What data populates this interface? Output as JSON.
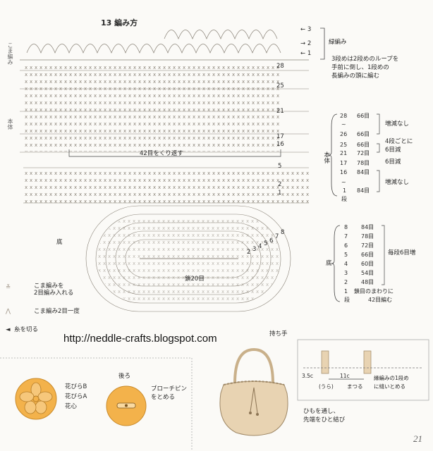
{
  "title": "13 編み方",
  "rounds_legend": {
    "items": [
      {
        "num": "3",
        "arrow": "←"
      },
      {
        "num": "2",
        "arrow": "→"
      },
      {
        "num": "1",
        "arrow": "←"
      }
    ],
    "label": "緑編み"
  },
  "note_top": [
    "3段めは2段めのループを",
    "手前に倒し、1段めの",
    "長編みの頭に編む"
  ],
  "left_vertical_labels": [
    "こま編み",
    "本体"
  ],
  "body_round_labels": [
    "28",
    "25",
    "21",
    "17",
    "16"
  ],
  "repeat_label": "42目をくり返す",
  "lower_round_labels": [
    "5",
    "2",
    "1"
  ],
  "base_round_labels": [
    "8",
    "7",
    "6",
    "5",
    "4",
    "3",
    "2"
  ],
  "base_label": "底",
  "chain_label": "鎖20目",
  "body_table": {
    "side_label": "本体",
    "bottom_label": "段",
    "rows": [
      {
        "round": "28",
        "count": "66目"
      },
      {
        "round": "~",
        "count": ""
      },
      {
        "round": "26",
        "count": "66目"
      },
      {
        "round": "25",
        "count": "66目"
      },
      {
        "round": "21",
        "count": "72目"
      },
      {
        "round": "17",
        "count": "78目"
      },
      {
        "round": "16",
        "count": "84目"
      },
      {
        "round": "~",
        "count": ""
      },
      {
        "round": "1",
        "count": "84目"
      }
    ],
    "notes": [
      "増減なし",
      "4段ごとに",
      "6目減",
      "6目減",
      "増減なし"
    ]
  },
  "base_table": {
    "side_label": "底",
    "bottom_label": "段",
    "rows": [
      {
        "round": "8",
        "count": "84目"
      },
      {
        "round": "7",
        "count": "78目"
      },
      {
        "round": "6",
        "count": "72目"
      },
      {
        "round": "5",
        "count": "66目"
      },
      {
        "round": "4",
        "count": "60目"
      },
      {
        "round": "3",
        "count": "54目"
      },
      {
        "round": "2",
        "count": "48目"
      },
      {
        "round": "1",
        "count": "鎖目のまわりに"
      },
      {
        "round": "",
        "count": "42目編む"
      }
    ],
    "note": "毎段6目増"
  },
  "legend": [
    {
      "symbol": "≚",
      "text": "こま編みを\n2目編み入れる"
    },
    {
      "symbol": "⋀",
      "text": "こま編み2目一度"
    },
    {
      "symbol": "◄",
      "text": "糸を切る"
    }
  ],
  "url": "http://neddle-crafts.blogspot.com",
  "handle_label": "持ち手",
  "detail": {
    "size": "3.5c",
    "back": "(うら)",
    "length": "11c",
    "fold": "まつる",
    "note": [
      "縁編みの1段め",
      "に縫いとめる"
    ]
  },
  "flower_labels": [
    "花びらB",
    "花びらA",
    "花心"
  ],
  "back_label": "後ろ",
  "brooch_note": [
    "ブローチピン",
    "をとめる"
  ],
  "string_note": [
    "ひもを通し、",
    "先端をひと結び"
  ],
  "page_number": "21",
  "colors": {
    "flower": "#f3b24b",
    "bag": "#e8d3b2",
    "ink": "#2a2a2a"
  }
}
